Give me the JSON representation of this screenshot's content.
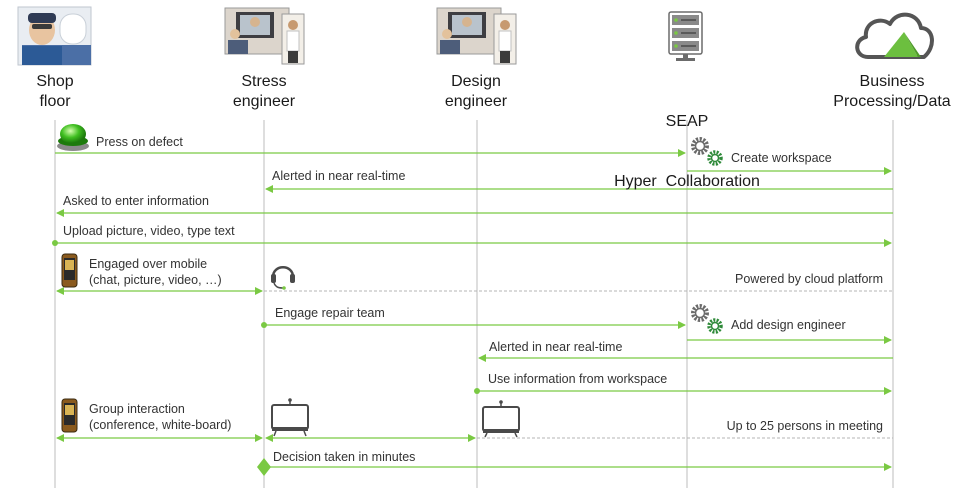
{
  "colors": {
    "lifeline": "#c8c8c8",
    "arrow": "#7ac943",
    "dashed": "#b4b4b4",
    "text": "#333333",
    "server_icon": "#6b6b6b",
    "cloud_outline": "#555555",
    "cloud_accent": "#6cbf3f"
  },
  "actors": [
    {
      "id": "shop_floor",
      "line1": "Shop",
      "line2": "floor",
      "icon": "worker-photo-icon"
    },
    {
      "id": "stress_engineer",
      "line1": "Stress",
      "line2": "engineer",
      "icon": "video-conference-photo-icon"
    },
    {
      "id": "design_engineer",
      "line1": "Design",
      "line2": "engineer",
      "icon": "video-conference-photo-icon"
    },
    {
      "id": "seap",
      "line1": "SEAP",
      "line2": "Hyper  Collaboration",
      "icon": "server-rack-icon"
    },
    {
      "id": "business",
      "line1": "Business",
      "line2": "Processing/Data",
      "icon": "cloud-icon"
    }
  ],
  "messages": [
    {
      "id": "press_on_defect",
      "text": "Press on defect"
    },
    {
      "id": "create_workspace",
      "text": "Create workspace"
    },
    {
      "id": "alerted_1",
      "text": "Alerted in near real-time"
    },
    {
      "id": "asked_info",
      "text": "Asked to enter information"
    },
    {
      "id": "upload",
      "text": "Upload  picture,  video,  type text"
    },
    {
      "id": "engaged_1",
      "text": "Engaged  over  mobile"
    },
    {
      "id": "engaged_2",
      "text": "(chat,  picture,  video,  …)"
    },
    {
      "id": "powered",
      "text": "Powered  by cloud platform"
    },
    {
      "id": "engage_repair",
      "text": "Engage repair team"
    },
    {
      "id": "add_design",
      "text": "Add design engineer"
    },
    {
      "id": "alerted_2",
      "text": "Alerted  in near real-time"
    },
    {
      "id": "use_info",
      "text": "Use information  from workspace"
    },
    {
      "id": "group_1",
      "text": "Group  interaction"
    },
    {
      "id": "group_2",
      "text": "(conference,  white-board)"
    },
    {
      "id": "up_to_25",
      "text": "Up to 25 persons  in meeting"
    },
    {
      "id": "decision",
      "text": "Decision taken  in minutes"
    }
  ]
}
